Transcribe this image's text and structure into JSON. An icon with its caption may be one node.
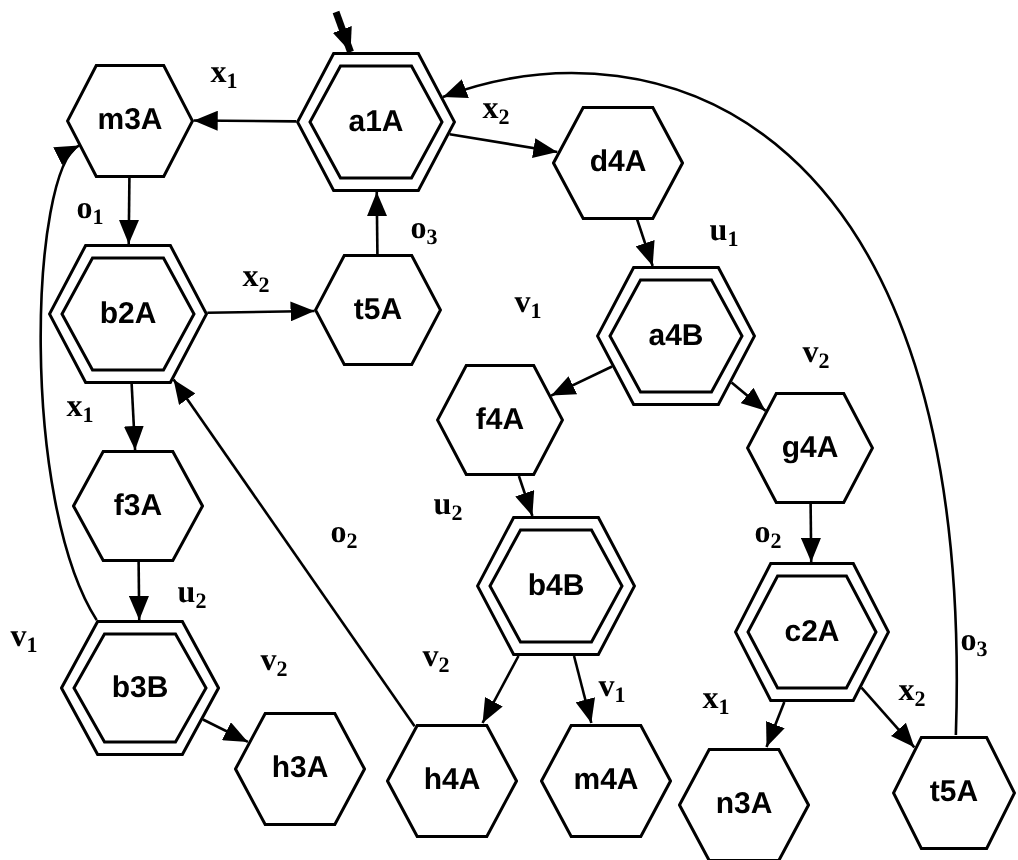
{
  "diagram": {
    "nodes": [
      {
        "text": [
          "a1A"
        ]
      },
      {
        "text": [
          "m3A"
        ]
      },
      {
        "text": [
          "d4A"
        ]
      },
      {
        "text": [
          "b2A"
        ]
      },
      {
        "text": [
          "t5A"
        ]
      },
      {
        "text": [
          "a4B"
        ]
      },
      {
        "text": [
          "f4A"
        ]
      },
      {
        "text": [
          "g4A"
        ]
      },
      {
        "text": [
          "f3A"
        ]
      },
      {
        "text": [
          "b4B"
        ]
      },
      {
        "text": [
          "c2A"
        ]
      },
      {
        "text": [
          "b3B"
        ]
      },
      {
        "text": [
          "h3A"
        ]
      },
      {
        "text": [
          "h4A"
        ]
      },
      {
        "text": [
          "m4A"
        ]
      },
      {
        "text": [
          "n3A"
        ]
      },
      {
        "text": [
          "t5A"
        ]
      }
    ],
    "edges": [
      {
        "from": null,
        "to": 0,
        "arrow": "to",
        "style": "thick"
      },
      {
        "from": 0,
        "to": 1,
        "arrow": "to",
        "label": "x$_{1}$"
      },
      {
        "from": 0,
        "to": 2,
        "arrow": "to",
        "label": "x$_{2}$"
      },
      {
        "from": 1,
        "to": 3,
        "arrow": "to",
        "label": "o$_{1}$"
      },
      {
        "from": 4,
        "to": 0,
        "arrow": "to",
        "label": "o$_{3}$"
      },
      {
        "from": 3,
        "to": 4,
        "arrow": "to",
        "label": "x$_{2}$"
      },
      {
        "from": 3,
        "to": 8,
        "arrow": "to",
        "label": "x$_{1}$"
      },
      {
        "from": 2,
        "to": 5,
        "arrow": "to",
        "label": "u$_{1}$"
      },
      {
        "from": 5,
        "to": 6,
        "arrow": "to",
        "label": "v$_{1}$"
      },
      {
        "from": 5,
        "to": 7,
        "arrow": "to",
        "label": "v$_{2}$"
      },
      {
        "from": 6,
        "to": 9,
        "arrow": "to",
        "label": "u$_{2}$"
      },
      {
        "from": 7,
        "to": 10,
        "arrow": "to",
        "label": "o$_{2}$"
      },
      {
        "from": 8,
        "to": 11,
        "arrow": "to",
        "label": "u$_{2}$"
      },
      {
        "from": 11,
        "to": 1,
        "arrow": "to",
        "label": "v$_{1}$"
      },
      {
        "from": 11,
        "to": 12,
        "arrow": "to",
        "label": "v$_{2}$"
      },
      {
        "from": 13,
        "to": 3,
        "arrow": "to",
        "label": "o$_{2}$"
      },
      {
        "from": 9,
        "to": 13,
        "arrow": "to",
        "label": "v$_{2}$"
      },
      {
        "from": 9,
        "to": 14,
        "arrow": "to",
        "label": "v$_{1}$"
      },
      {
        "from": 10,
        "to": 15,
        "arrow": "to",
        "label": "x$_{1}$"
      },
      {
        "from": 10,
        "to": 16,
        "arrow": "to",
        "label": "x$_{2}$"
      },
      {
        "from": 16,
        "to": 0,
        "arrow": "to",
        "label": "o$_{3}$"
      }
    ]
  }
}
